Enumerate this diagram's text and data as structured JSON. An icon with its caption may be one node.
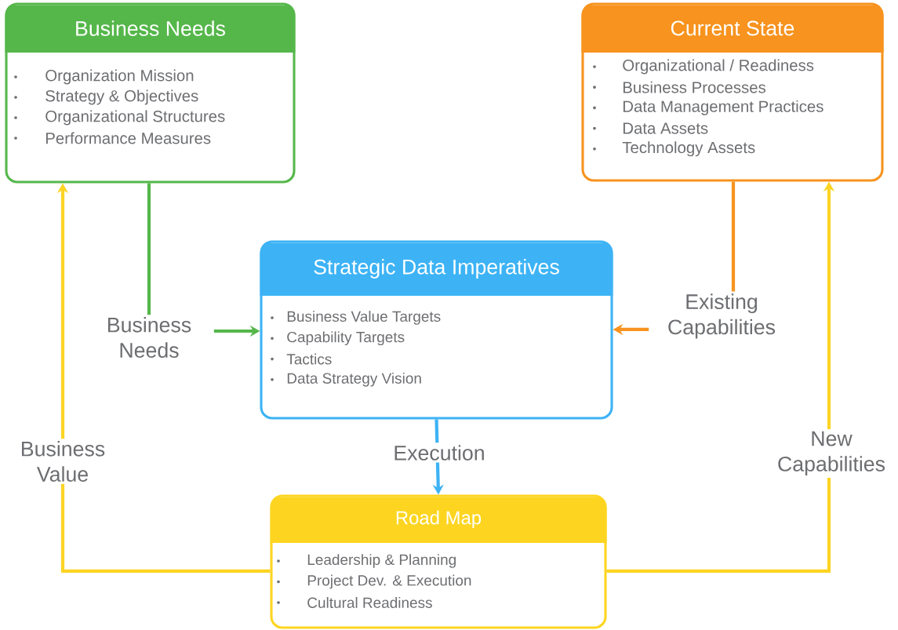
{
  "diagram": {
    "nodes": [
      {
        "text": [
          "Business Needs",
          "Organization Mission",
          "Strategy & Objectives",
          "Organizational Structures",
          "Performance Measures"
        ]
      },
      {
        "text": [
          "Current State",
          "Organizational / Readiness",
          "Business Processes",
          "Data Management Practices",
          "Data Assets",
          "Technology Assets"
        ]
      },
      {
        "text": [
          "Strategic Data Imperatives",
          "Business Value Targets",
          "Capability Targets",
          "Tactics",
          "Data Strategy Vision"
        ]
      },
      {
        "text": [
          "Road Map",
          "Leadership & Planning",
          "Project Dev. & Execution",
          "Cultural Readiness"
        ]
      }
    ],
    "edges": [
      {
        "from": 0,
        "to": 2,
        "arrow": "to",
        "label": "Business Needs",
        "color": "#55b74a"
      },
      {
        "from": 1,
        "to": 2,
        "arrow": "to",
        "label": "Existing Capabilities",
        "color": "#f7931e"
      },
      {
        "from": 2,
        "to": 3,
        "arrow": "to",
        "label": "Execution",
        "color": "#3db3f5"
      },
      {
        "from": 3,
        "to": 0,
        "arrow": "to",
        "label": "Business Value",
        "color": "#fcd424"
      },
      {
        "from": 3,
        "to": 1,
        "arrow": "to",
        "label": "New Capabilities",
        "color": "#fcd424"
      }
    ]
  }
}
